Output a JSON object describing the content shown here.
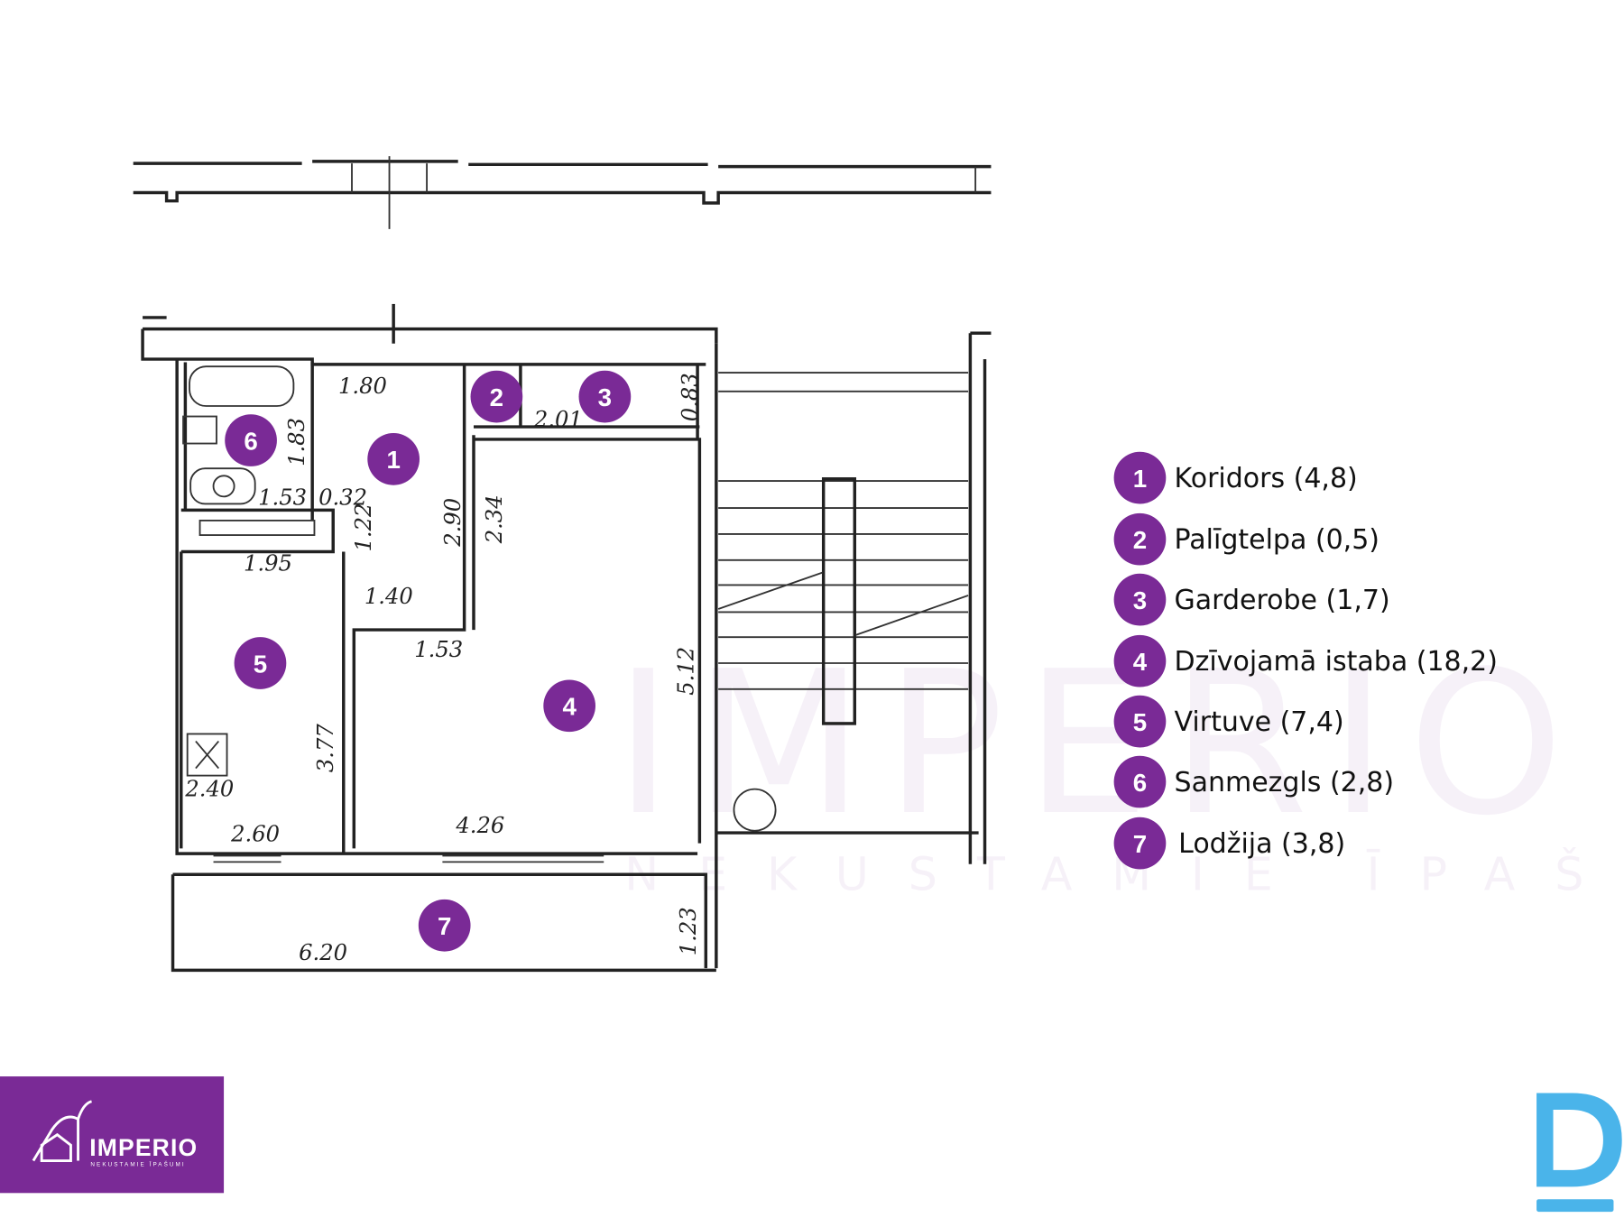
{
  "watermark": {
    "title": "IMPERIO",
    "subtitle": "NEKUSTAMIE ĪPAŠUMI"
  },
  "rooms": [
    {
      "number": "1",
      "name": "Koridors",
      "area": "(4,8)",
      "label": "Koridors (4,8)"
    },
    {
      "number": "2",
      "name": "Palīgtelpa",
      "area": "(0,5)",
      "label": "Palīgtelpa (0,5)"
    },
    {
      "number": "3",
      "name": "Garderobe",
      "area": "(1,7)",
      "label": "Garderobe (1,7)"
    },
    {
      "number": "4",
      "name": "Dzīvojamā istaba",
      "area": "(18,2)",
      "label": "Dzīvojamā istaba (18,2)"
    },
    {
      "number": "5",
      "name": "Virtuve",
      "area": "(7,4)",
      "label": "Virtuve (7,4)"
    },
    {
      "number": "6",
      "name": "Sanmezgls",
      "area": "(2,8)",
      "label": "Sanmezgls (2,8)"
    },
    {
      "number": "7",
      "name": "Lodžija",
      "area": "(3,8)",
      "label": "Lodžija (3,8)"
    }
  ],
  "dimensions": [
    "1.80",
    "1.83",
    "2.01",
    "0.83",
    "1.53",
    "0.32",
    "1.22",
    "2.90",
    "2.34",
    "1.95",
    "1.40",
    "1.53",
    "5.12",
    "3.77",
    "4.26",
    "2.40",
    "2.60",
    "6.20",
    "1.23"
  ],
  "logo": {
    "brand": "IMPERIO",
    "tagline": "NEKUSTAMIE ĪPAŠUMI",
    "color": "#7a2a96"
  },
  "corner_logo": {
    "letter": "D",
    "color": "#4ab4ea"
  }
}
